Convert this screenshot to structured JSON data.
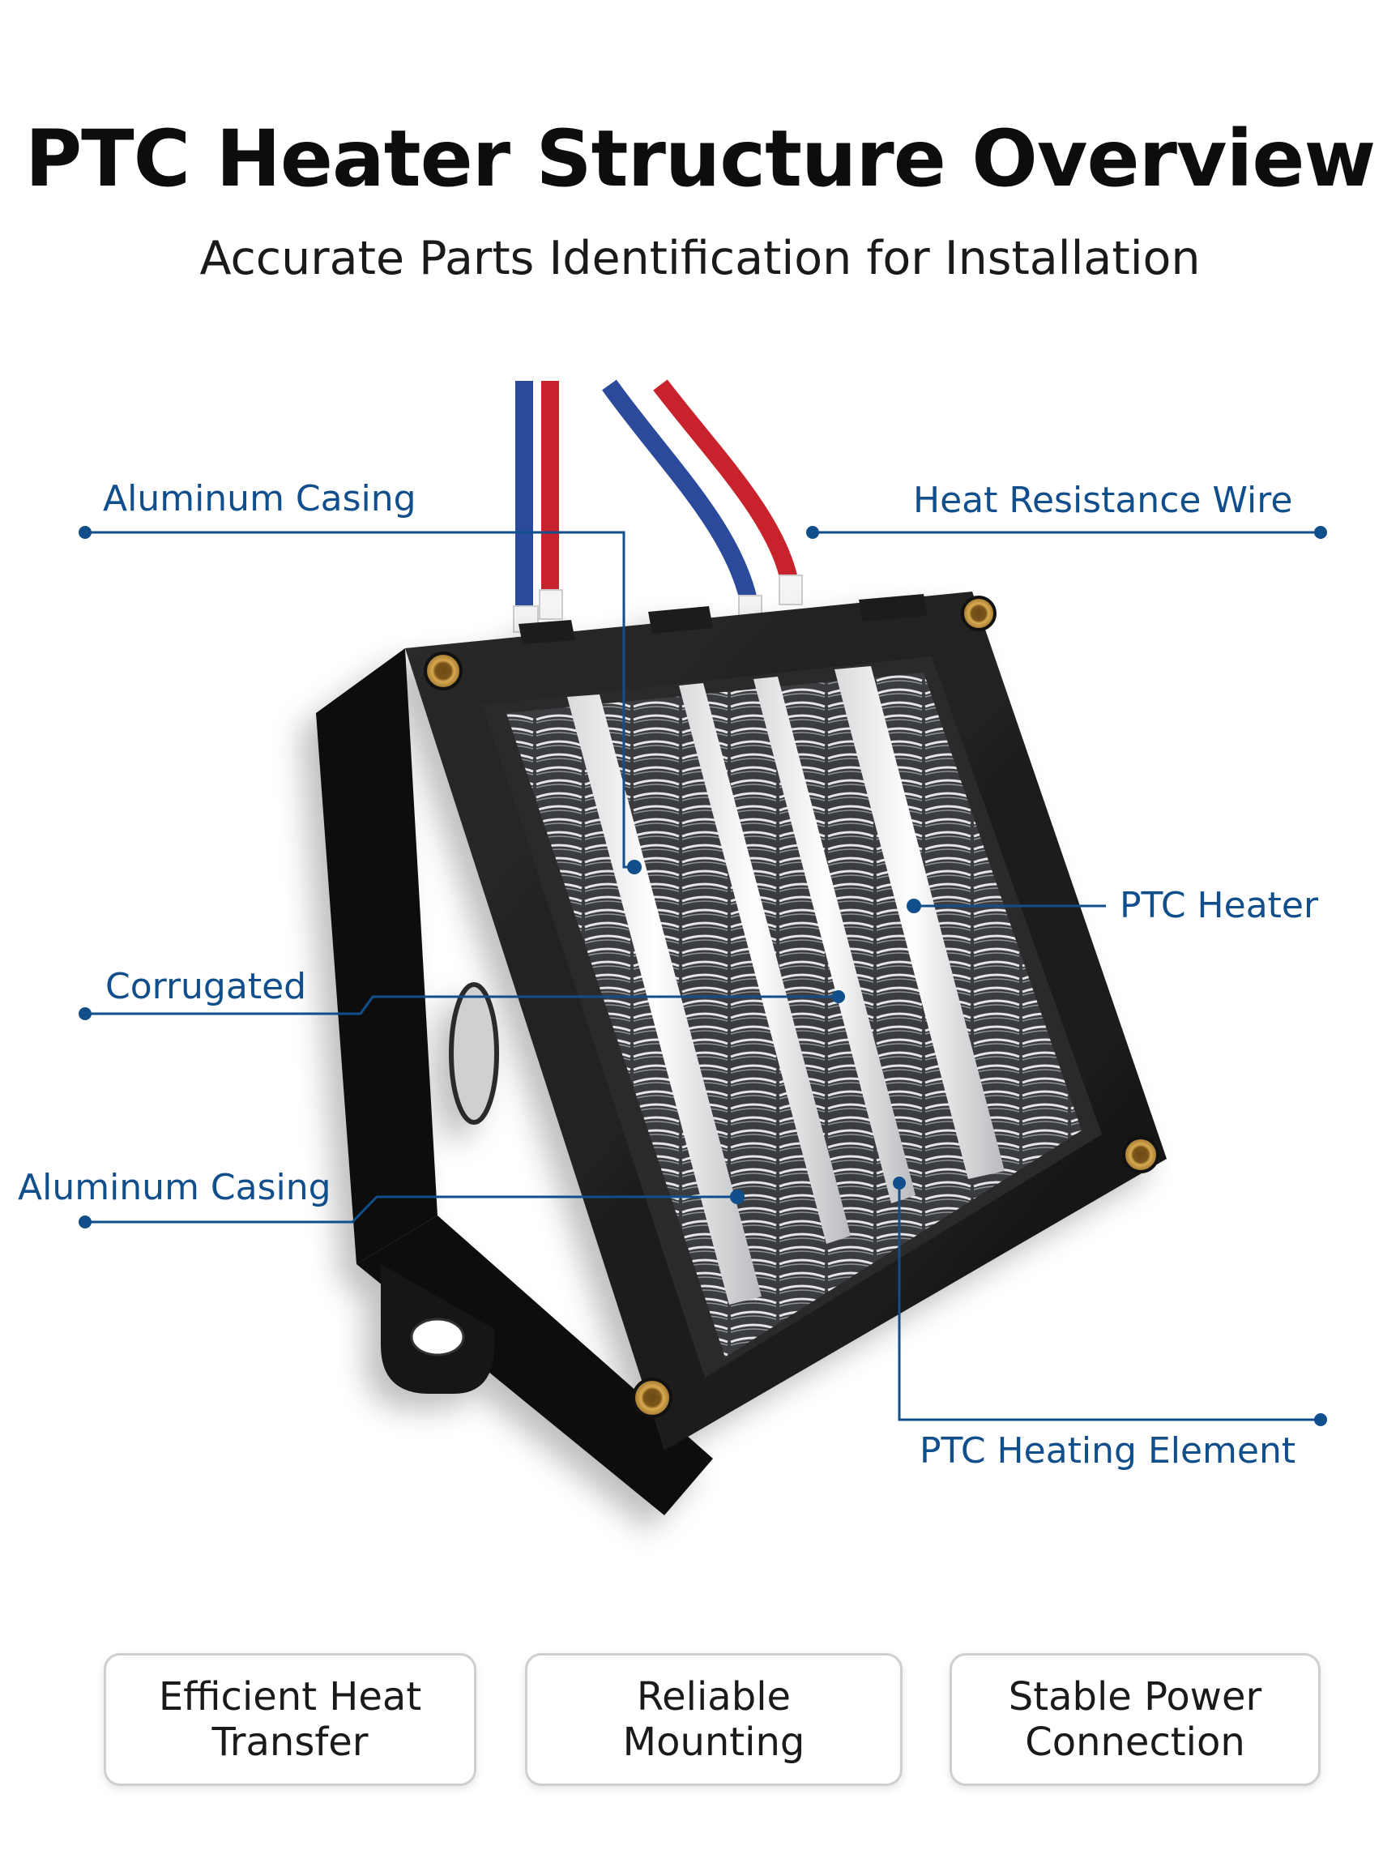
{
  "header": {
    "title": "PTC Heater Structure Overview",
    "subtitle": "Accurate Parts Identification for Installation"
  },
  "callouts": [
    {
      "label": "Aluminum Casing"
    },
    {
      "label": "Heat Resistance Wire"
    },
    {
      "label": "PTC Heater"
    },
    {
      "label": "Corrugated"
    },
    {
      "label": "Aluminum Casing"
    },
    {
      "label": "PTC Heating Element"
    }
  ],
  "features": [
    {
      "label": "Efficient Heat\nTransfer"
    },
    {
      "label": "Reliable\nMounting"
    },
    {
      "label": "Stable Power\nConnection"
    }
  ],
  "colors": {
    "callout_line": "#114f8c",
    "housing": "#1c1c1c",
    "wire_red": "#c8222c",
    "wire_blue": "#2c4a9c",
    "fin": "#c9ccd0",
    "brass": "#b8893a"
  }
}
